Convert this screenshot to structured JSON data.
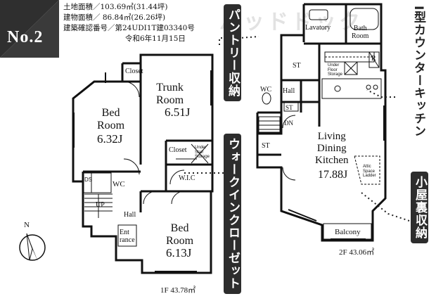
{
  "badge": {
    "label": "No.2"
  },
  "info": {
    "land_area": "土地面積／103.69㎡(31.44坪)",
    "building_area": "建物面積／ 86.84㎡(26.26坪)",
    "confirmation_no": "建築確認番号／第24UDI1T建03340号",
    "date": "令和6年11月15日"
  },
  "watermark": "パッドドック",
  "callouts": {
    "pantry": "パントリー収納",
    "walk_in_closet": "ウォークインクローゼット",
    "counter_kitchen": "I型カウンターキッチン",
    "attic_storage": "小屋裏収納"
  },
  "floor1": {
    "label": "1F 43.78㎡",
    "closet_top": "Closet",
    "trunk_room": {
      "name": "Trunk\nRoom",
      "size": "6.51J"
    },
    "bed_room_1": {
      "name": "Bed\nRoom",
      "size": "6.32J"
    },
    "closet": "Closet",
    "under_stair_storage": "Under\nStair\nStorage",
    "wic": "W.I.C",
    "ds": "DS",
    "wc": "WC",
    "up": "UP",
    "hall": "Hall",
    "entrance": "Ent\nrance",
    "bed_room_2": {
      "name": "Bed\nRoom",
      "size": "6.13J"
    },
    "north": "N"
  },
  "floor2": {
    "label": "2F 43.06㎡",
    "lavatory": "Lavatory",
    "bath_room": "Bath\nRoom",
    "st_top": "ST",
    "under_floor_storage": "Under\nFloor\nStorage",
    "refrigerator": "R",
    "wc": "WC",
    "hall": "Hall",
    "st_mid": "ST",
    "dn": "DN",
    "st_low": "ST",
    "ldk": {
      "name": "Living\nDining\nKitchen",
      "size": "17.88J"
    },
    "attic_hatch": "Attic\nSpace\nLadder",
    "balcony": "Balcony"
  }
}
